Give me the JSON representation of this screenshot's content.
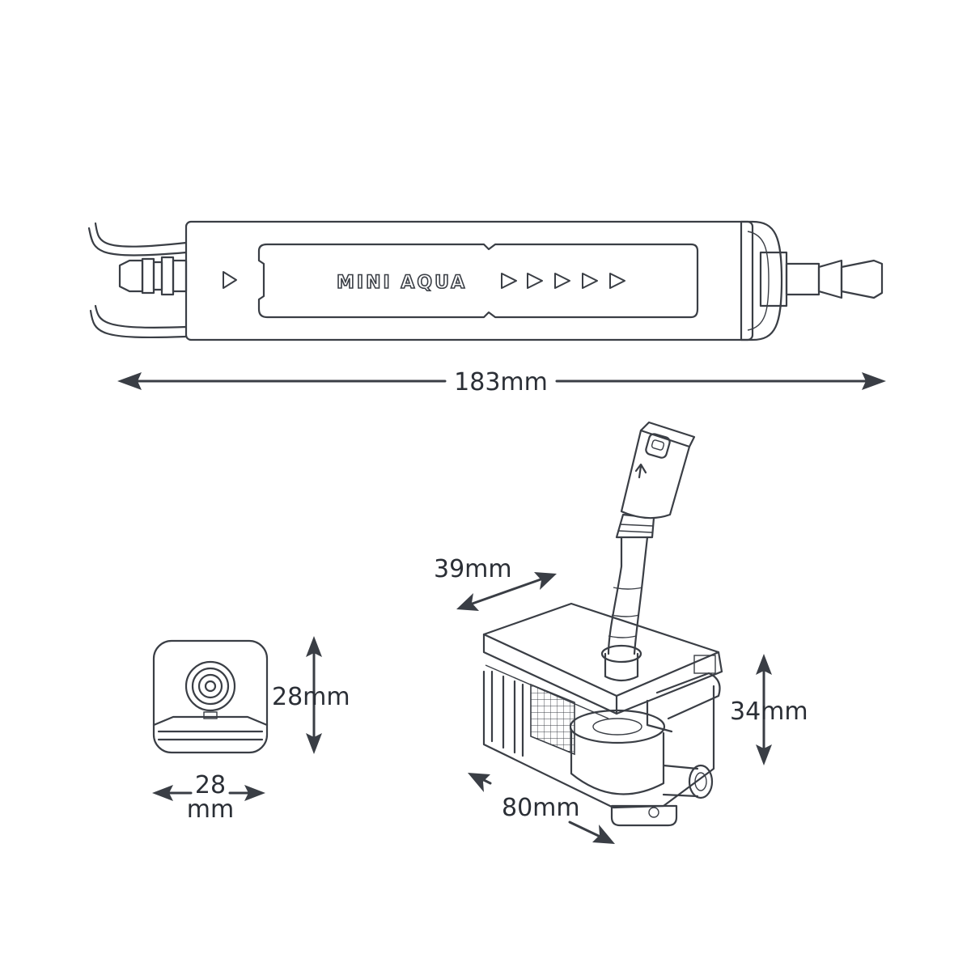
{
  "sensor_unit": {
    "brand_label": "MINI AQUA",
    "length_label": "183mm"
  },
  "end_view": {
    "height_label": "28mm",
    "width_label_line1": "28",
    "width_label_line2": "mm"
  },
  "pump_unit": {
    "depth_label": "39mm",
    "height_label": "34mm",
    "length_label": "80mm"
  },
  "colors": {
    "line": "#3a3e45",
    "text": "#2b2f36",
    "background": "#ffffff"
  }
}
